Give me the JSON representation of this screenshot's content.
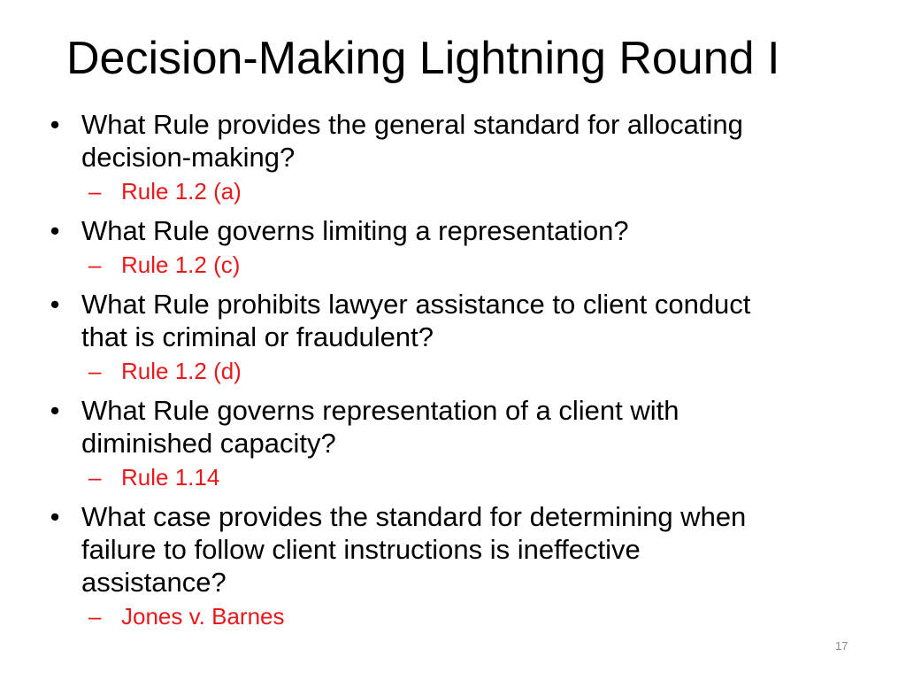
{
  "slide": {
    "title": "Decision-Making Lightning Round I",
    "bullet_symbol": "•",
    "dash_symbol": "–",
    "page_number": "17",
    "colors": {
      "text": "#000000",
      "answer": "#e8191b",
      "page_number": "#8a8a8a",
      "background": "#ffffff"
    },
    "items": [
      {
        "question_lines": [
          "What Rule provides the general standard for allocating",
          "decision-making?"
        ],
        "answer": "Rule 1.2 (a)"
      },
      {
        "question_lines": [
          "What Rule governs limiting a representation?"
        ],
        "answer": "Rule 1.2 (c)"
      },
      {
        "question_lines": [
          "What Rule prohibits lawyer assistance to client conduct",
          "that is criminal or fraudulent?"
        ],
        "answer": "Rule 1.2 (d)"
      },
      {
        "question_lines": [
          "What Rule governs representation of a client with",
          "diminished capacity?"
        ],
        "answer": "Rule 1.14"
      },
      {
        "question_lines": [
          "What case provides the standard for determining when",
          "failure to follow client instructions is ineffective",
          "assistance?"
        ],
        "answer": "Jones v. Barnes"
      }
    ]
  }
}
